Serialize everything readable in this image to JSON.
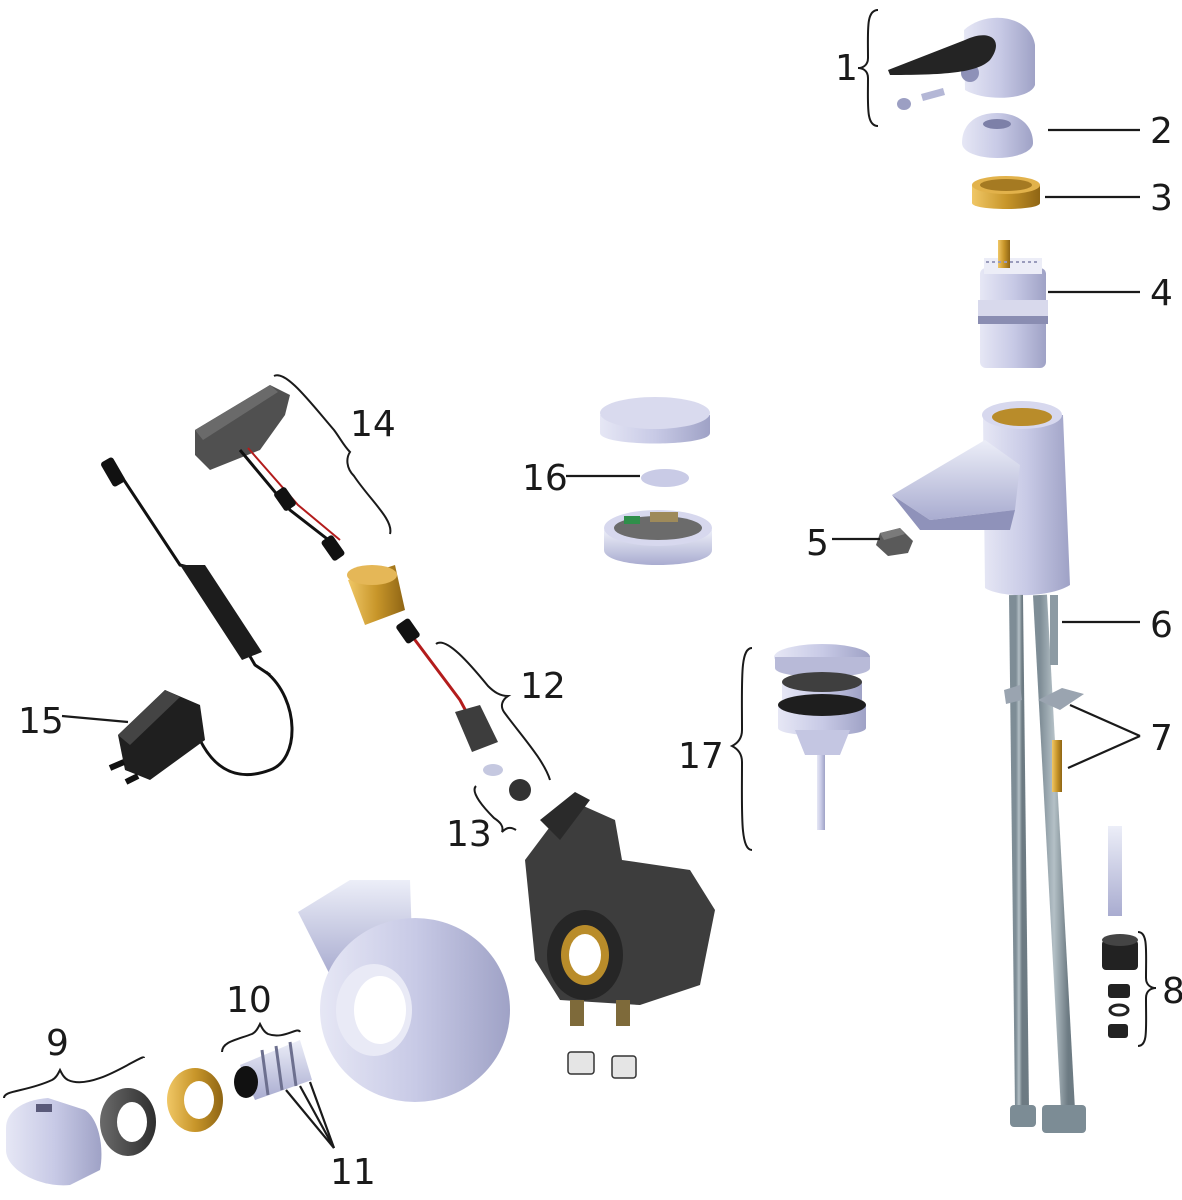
{
  "diagram": {
    "type": "exploded-parts-view",
    "callouts": {
      "c1": "1",
      "c2": "2",
      "c3": "3",
      "c4": "4",
      "c5": "5",
      "c6": "6",
      "c7": "7",
      "c8": "8",
      "c9": "9",
      "c10": "10",
      "c11": "11",
      "c12": "12",
      "c13": "13",
      "c14": "14",
      "c15": "15",
      "c16": "16",
      "c17": "17"
    },
    "colors": {
      "chrome": "#c9cbe6",
      "chrome_dark": "#9ea1c4",
      "brass": "#c8962a",
      "plastic_dark": "#4a4a4a",
      "black": "#1c1c1c",
      "hose": "#8c9aa3"
    }
  }
}
